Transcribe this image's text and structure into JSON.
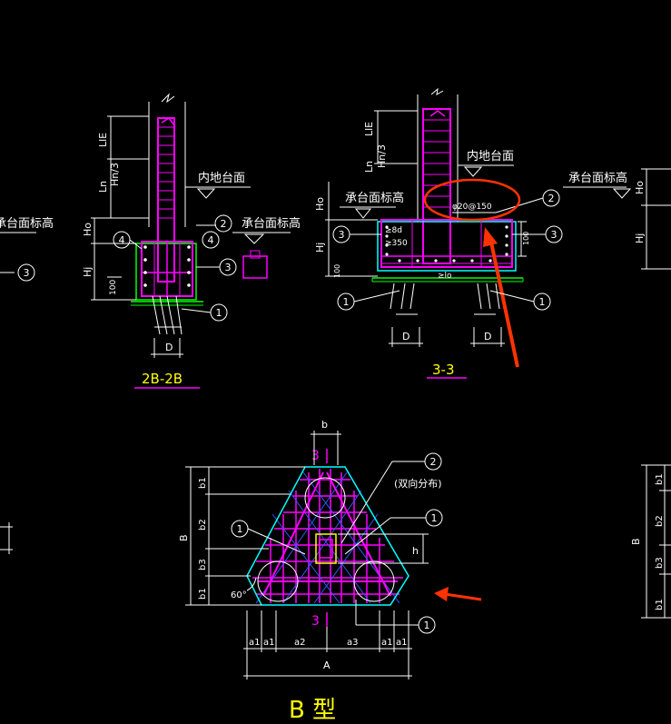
{
  "labels": {
    "lle": "LlE",
    "ln": "Ln",
    "hn3": "Hn/3",
    "ho": "Ho",
    "hj": "Hj",
    "h100": "100",
    "d": "D",
    "neidi": "内地台面",
    "chengtai": "承台面标高",
    "section_2b": "2B-2B",
    "section_33": "3-3",
    "rebar_note": "φ20@150",
    "d8": "≥8d",
    "d350": "≥350",
    "lo": "≥lo",
    "b": "b",
    "b1": "b1",
    "b2": "b2",
    "b3": "b3",
    "h": "h",
    "a1": "a1",
    "a2": "a2",
    "a3": "a3",
    "A": "A",
    "B": "B",
    "angle": "60°",
    "shuangxiang": "(双向分布)",
    "cut3": "3",
    "type_title": "B 型"
  },
  "markers": {
    "m1": "1",
    "m2": "2",
    "m3": "3",
    "m4": "4"
  },
  "colors": {
    "background": "#000000",
    "dimension": "#ffffff",
    "rebar": "#ff00ff",
    "concrete": "#00ffff",
    "ground": "#00ff00",
    "title": "#ffff00",
    "annotation": "#ff3300"
  }
}
